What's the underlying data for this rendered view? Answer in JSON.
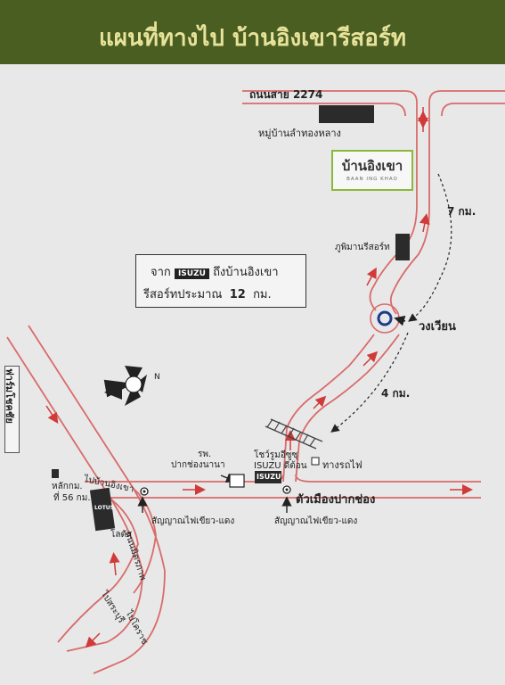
{
  "header": {
    "title": "แผนที่ทางไป บ้านอิงเขารีสอร์ท"
  },
  "labels": {
    "road_2274": "ถนนสาย 2274",
    "village": "หมู่บ้านลำทองหลาง",
    "resort_logo_main": "บ้านอิงเขา",
    "resort_logo_sub": "BAAN ING KHAO",
    "km7": "7 กม.",
    "phumiman": "ภูพิมานรีสอร์ท",
    "info_from": "จาก",
    "info_brand": "ISUZU",
    "info_to": "ถึงบ้านอิงเขา",
    "info_line2": "รีสอร์ทประมาณ",
    "info_distance": "12",
    "info_unit": "กม.",
    "roundabout": "วงเวียน",
    "km4": "4 กม.",
    "north_marker": "N",
    "railway": "ทางรถไฟ",
    "hospital_line1": "รพ.",
    "hospital_line2": "ปากช่องนานา",
    "showroom_line1": "โชว์รูมอีซูซุ",
    "showroom_line2": "ISUZU ดีต้อน",
    "showroom_brand": "ISUZU",
    "town": "ตัวเมืองปากช่อง",
    "signal_left": "สัญญาณไฟเขียว-แดง",
    "signal_right": "สัญญาณไฟเขียว-แดง",
    "to_banngkhao": "ไปบ้านอิงเขา",
    "km56_line1": "หลักกม.",
    "km56_line2": "ที่ 56 กม.",
    "lotus_brand": "LOTUS",
    "lotus": "โลตัส",
    "mittraphap": "ถนนมิตรภาพ",
    "to_saraburi": "ไปสระบุรี",
    "to_korat": "ไปโคราช",
    "farm_chokchai": "ฟาร์มโชคชัย"
  },
  "colors": {
    "header_bg": "#4a5e22",
    "header_text": "#e8e39a",
    "road": "#d96b6b",
    "arrow": "#d23a3a"
  }
}
